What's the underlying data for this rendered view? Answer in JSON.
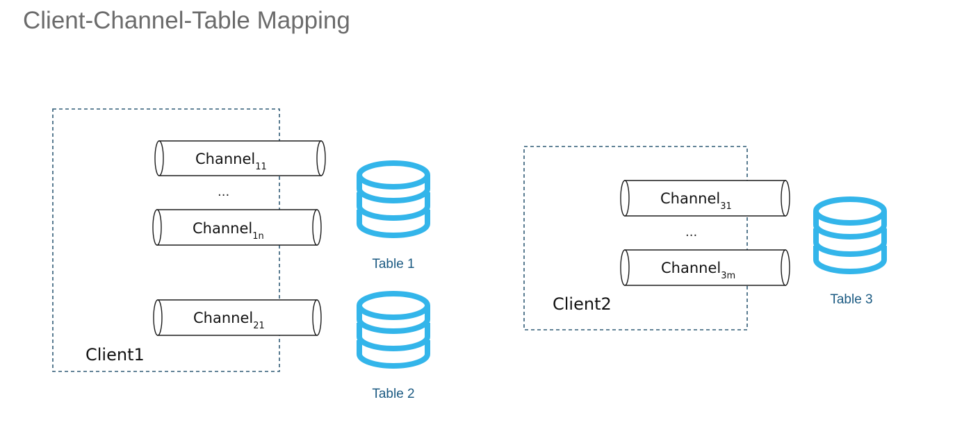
{
  "title": "Client-Channel-Table Mapping",
  "ellipsis": "...",
  "clients": [
    {
      "label": "Client1",
      "channels": [
        {
          "base": "Channel",
          "sub": "11"
        },
        {
          "base": "Channel",
          "sub": "1n"
        },
        {
          "base": "Channel",
          "sub": "21"
        }
      ]
    },
    {
      "label": "Client2",
      "channels": [
        {
          "base": "Channel",
          "sub": "31"
        },
        {
          "base": "Channel",
          "sub": "3m"
        }
      ]
    }
  ],
  "tables": [
    {
      "label": "Table 1",
      "icon": "database-icon"
    },
    {
      "label": "Table 2",
      "icon": "database-icon"
    },
    {
      "label": "Table 3",
      "icon": "database-icon"
    }
  ],
  "colors": {
    "title": "#6b6b6b",
    "client_border": "#2f5a75",
    "database": "#33b5ea",
    "table_label": "#1b5a82"
  }
}
